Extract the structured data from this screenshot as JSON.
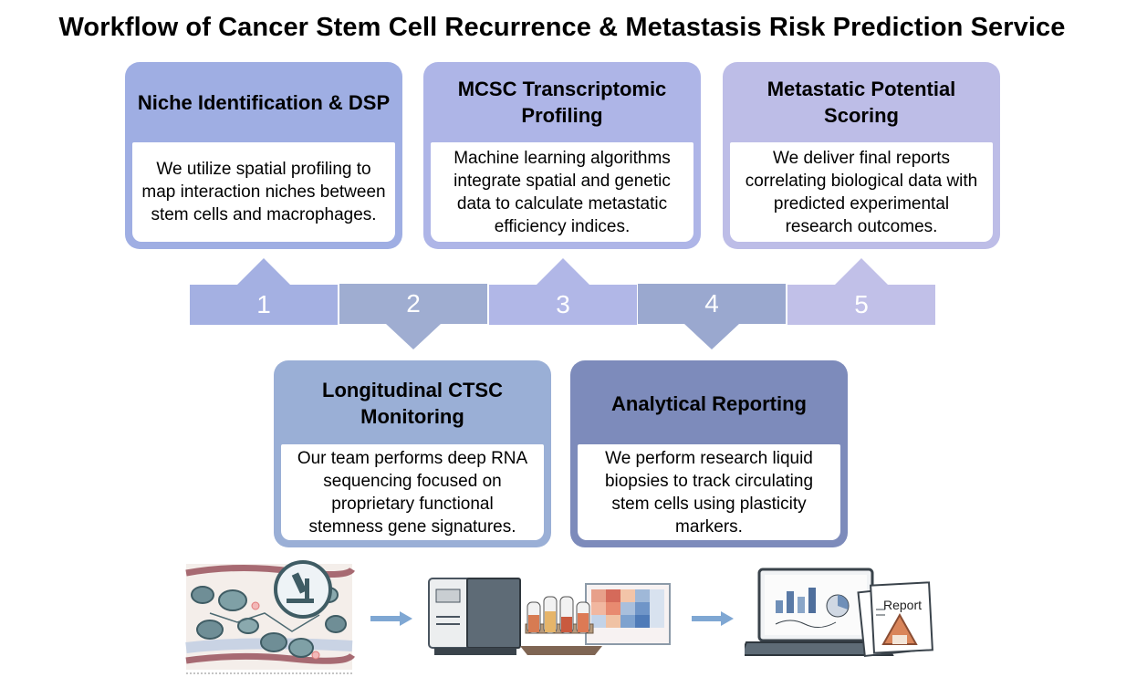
{
  "title": "Workflow of Cancer Stem Cell Recurrence & Metastasis Risk Prediction Service",
  "steps": [
    {
      "number": "1",
      "title": "Niche Identification & DSP",
      "description": "We utilize spatial profiling to map interaction niches between stem cells and macrophages."
    },
    {
      "number": "2",
      "title": "Longitudinal CTSC Monitoring",
      "description": "Our team performs deep RNA sequencing focused on proprietary functional stemness gene signatures."
    },
    {
      "number": "3",
      "title": "MCSC Transcriptomic Profiling",
      "description": "Machine learning algorithms integrate spatial and genetic data to calculate metastatic efficiency indices."
    },
    {
      "number": "4",
      "title": "Analytical Reporting",
      "description": "We perform research liquid biopsies to track circulating stem cells using plasticity markers."
    },
    {
      "number": "5",
      "title": "Metastatic Potential Scoring",
      "description": "We deliver final reports correlating biological data with predicted experimental research outcomes."
    }
  ],
  "illustration": {
    "report_label": "Report",
    "tissue_icon": "tissue-microscope-icon",
    "lab_icon": "sequencer-lab-icon",
    "report_icon": "laptop-report-icon"
  },
  "colors": {
    "step1": "#9faee3",
    "step2": "#9aafd6",
    "step3": "#aeb5e7",
    "step4": "#7d8bbb",
    "step5": "#bdbde7",
    "arrow": "#7fa7d3"
  }
}
